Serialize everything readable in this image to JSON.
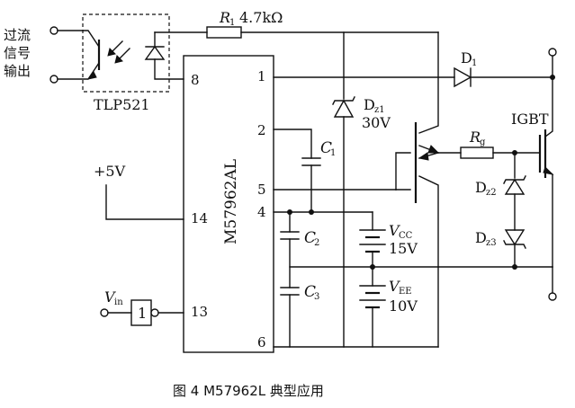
{
  "input_terms": {
    "line1": "过流",
    "line2": "信号",
    "line3": "输出"
  },
  "optocoupler": {
    "name": "TLP521"
  },
  "chip": {
    "name": "M57962AL"
  },
  "pins": {
    "p1": "1",
    "p2": "2",
    "p4": "4",
    "p5": "5",
    "p6": "6",
    "p8": "8",
    "p13": "13",
    "p14": "14"
  },
  "components": {
    "r1": {
      "letter": "R",
      "sub": "1",
      "value": "4.7kΩ"
    },
    "d1": {
      "letter": "D",
      "sub": "1"
    },
    "dz1": {
      "letter": "D",
      "sub": "z1",
      "value": "30V"
    },
    "c1": {
      "letter": "C",
      "sub": "1"
    },
    "c2": {
      "letter": "C",
      "sub": "2"
    },
    "c3": {
      "letter": "C",
      "sub": "3"
    },
    "vcc": {
      "letter": "V",
      "sub": "CC",
      "value": "15V"
    },
    "vee": {
      "letter": "V",
      "sub": "EE",
      "value": "10V"
    },
    "rg": {
      "letter": "R",
      "sub": "g"
    },
    "dz2": {
      "letter": "D",
      "sub": "z2"
    },
    "dz3": {
      "letter": "D",
      "sub": "z3"
    },
    "igbt": {
      "label": "IGBT"
    },
    "supply": {
      "label": "+5V"
    },
    "vin": {
      "letter": "V",
      "sub": "in"
    },
    "inverter": {
      "label": "1"
    }
  },
  "caption": {
    "text": "图 4    M57962L 典型应用"
  }
}
